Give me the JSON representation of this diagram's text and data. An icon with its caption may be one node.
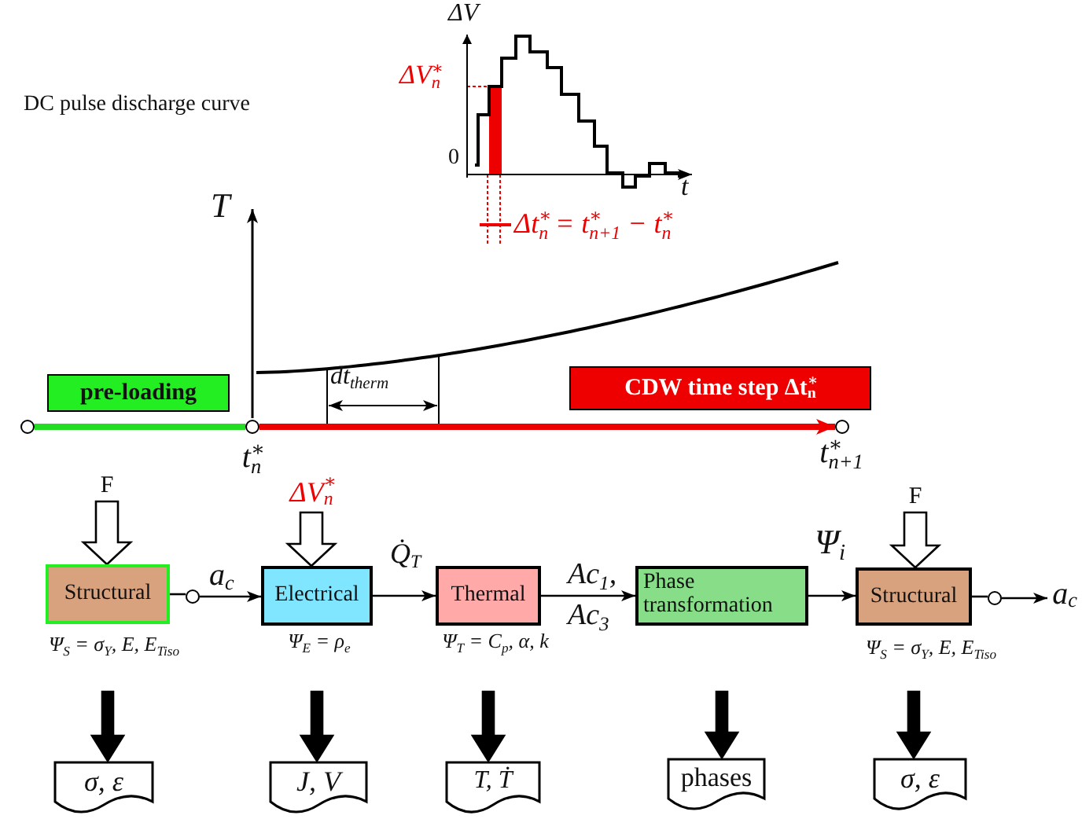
{
  "diagram": {
    "nodes": [
      {
        "text": [
          "pre-loading"
        ]
      },
      {
        "text": [
          "CDW time step Δt$^{∗}$$_{n}$"
        ]
      },
      {
        "text": [],
        "shape": "circle"
      },
      {
        "text": [],
        "shape": "circle",
        "beside": [
          "t$^{∗}$$_{n}$"
        ]
      },
      {
        "text": [],
        "shape": "circle",
        "beside": [
          "t$^{∗}$$_{n+1}$"
        ]
      },
      {
        "text": [
          "F"
        ]
      },
      {
        "text": [
          "Structural"
        ],
        "beside": [
          "Ψ$_{S}$ = σ$_{Y}$, E, E$_{Tiso}$"
        ]
      },
      {
        "text": [],
        "shape": "circle"
      },
      {
        "text": [
          "ΔV$^{∗}$$_{n}$"
        ]
      },
      {
        "text": [
          "Electrical"
        ],
        "beside": [
          "Ψ$_{E}$ = ρ$_{e}$"
        ]
      },
      {
        "text": [
          "Thermal"
        ],
        "beside": [
          "Ψ$_{T}$ = C$_{p}$, α, k"
        ]
      },
      {
        "text": [
          "Phase transformation"
        ]
      },
      {
        "text": [
          "F"
        ]
      },
      {
        "text": [
          "Structural"
        ],
        "beside": [
          "Ψ$_{S}$ = σ$_{Y}$, E, E$_{Tiso}$"
        ]
      },
      {
        "text": [],
        "shape": "circle"
      },
      {
        "text": [
          "a$_{c}$"
        ]
      },
      {
        "text": [
          "σ, ε"
        ]
      },
      {
        "text": [
          "J, V"
        ]
      },
      {
        "text": [
          "T, Ṫ"
        ]
      },
      {
        "text": [
          "phases"
        ]
      },
      {
        "text": [
          "σ, ε"
        ]
      }
    ],
    "edges": [
      {
        "from": 2,
        "to": 3,
        "arrow": "none",
        "style": "thick",
        "color": "#22dd22"
      },
      {
        "from": 3,
        "to": 4,
        "arrow": "to",
        "style": "thick",
        "color": "#ee0000"
      },
      {
        "from": 5,
        "to": 6,
        "arrow": "to",
        "style": "thick"
      },
      {
        "from": 6,
        "to": 7,
        "arrow": "none"
      },
      {
        "from": 7,
        "to": 9,
        "arrow": "to",
        "label": "a$_{c}$"
      },
      {
        "from": 8,
        "to": 9,
        "arrow": "to",
        "style": "thick"
      },
      {
        "from": 9,
        "to": 10,
        "arrow": "to",
        "label": "Q̇$_{T}$"
      },
      {
        "from": 10,
        "to": 11,
        "arrow": "to",
        "label": "Ac$_{1}$, Ac$_{3}$"
      },
      {
        "from": 11,
        "to": 13,
        "arrow": "to",
        "label": "Ψ$_{i}$"
      },
      {
        "from": 12,
        "to": 13,
        "arrow": "to",
        "style": "thick"
      },
      {
        "from": 13,
        "to": 14,
        "arrow": "none"
      },
      {
        "from": 14,
        "to": 15,
        "arrow": "to"
      },
      {
        "from": 6,
        "to": 16,
        "arrow": "to",
        "style": "thick"
      },
      {
        "from": 9,
        "to": 17,
        "arrow": "to",
        "style": "thick"
      },
      {
        "from": 10,
        "to": 18,
        "arrow": "to",
        "style": "thick"
      },
      {
        "from": 11,
        "to": 19,
        "arrow": "to",
        "style": "thick"
      },
      {
        "from": 13,
        "to": 20,
        "arrow": "to",
        "style": "thick"
      }
    ],
    "labels": [
      "DC pulse discharge curve",
      "ΔV",
      "ΔV$^{∗}$$_{n}$",
      "0",
      "t",
      "Δt$^{∗}$$_{n}$ = t$^{∗}$$_{n+1}$ − t$^{∗}$$_{n}$",
      "T",
      "dt$_{therm}$"
    ]
  }
}
